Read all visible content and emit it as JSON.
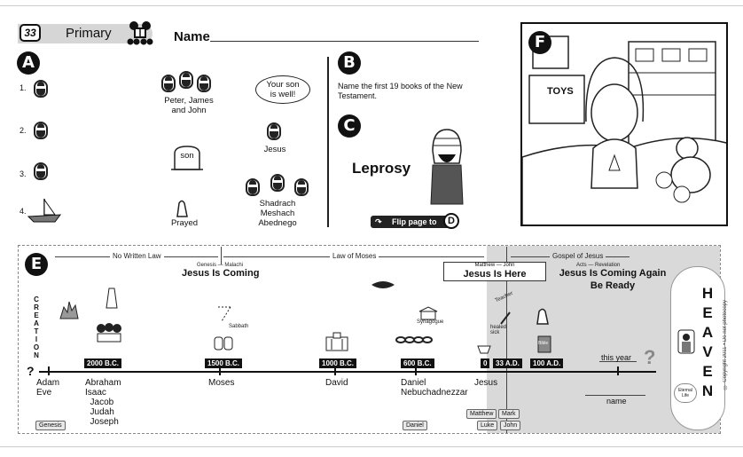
{
  "header": {
    "number": "33",
    "title": "Primary",
    "name_label": "Name"
  },
  "section_a": {
    "letter": "A",
    "rows": [
      "1.",
      "2.",
      "3.",
      "4."
    ],
    "labels": {
      "peter": "Peter, James\nand John",
      "speech": "Your son\nis well!",
      "jesus": "Jesus",
      "son": "son",
      "prayed": "Prayed",
      "three": "Shadrach\nMeshach\nAbednego"
    }
  },
  "section_b": {
    "letter": "B",
    "text": "Name the first 19 books of the New Testament."
  },
  "section_c": {
    "letter": "C",
    "label": "Leprosy",
    "flip": "Flip page to",
    "flip_letter": "D"
  },
  "section_f": {
    "letter": "F",
    "toys": "TOYS"
  },
  "section_e": {
    "letter": "E",
    "eras": [
      "No Written Law",
      "Law of Moses",
      "Gospel of Jesus"
    ],
    "genesis_malachi": "Genesis — Malachi",
    "jesus_coming": "Jesus Is Coming",
    "matthew_john": "Matthew — John",
    "jesus_here": "Jesus Is Here",
    "acts_revelation": "Acts — Revelation",
    "jesus_coming_again": "Jesus Is Coming Again",
    "be_ready": "Be Ready",
    "creation": [
      "C",
      "R",
      "E",
      "A",
      "T",
      "I",
      "O",
      "N"
    ],
    "sabbath": "Sabbath",
    "synagogue": "Synagogue",
    "teacher": "Teacher",
    "healed_sick": "healed sick",
    "bible": "Bible",
    "question": "?",
    "dates": [
      "2000 B.C.",
      "1500 B.C.",
      "1000 B.C.",
      "600 B.C.",
      "0",
      "33 A.D.",
      "100 A.D."
    ],
    "this_year": "this year",
    "name_word": "name",
    "people": {
      "adam_eve": "Adam\nEve",
      "patriarchs": "Abraham\nIsaac\n  Jacob\n  Judah\n  Joseph",
      "moses": "Moses",
      "david": "David",
      "daniel": "Daniel\nNebuchadnezzar",
      "jesus": "Jesus"
    },
    "books": [
      "Genesis",
      "Daniel",
      "Matthew",
      "Mark",
      "Luke",
      "John"
    ],
    "heaven": [
      "H",
      "E",
      "A",
      "V",
      "E",
      "N"
    ],
    "eternal_life": "Eternal\nLife",
    "copyright": "© Copyright 2011 • Do not photocopy"
  }
}
